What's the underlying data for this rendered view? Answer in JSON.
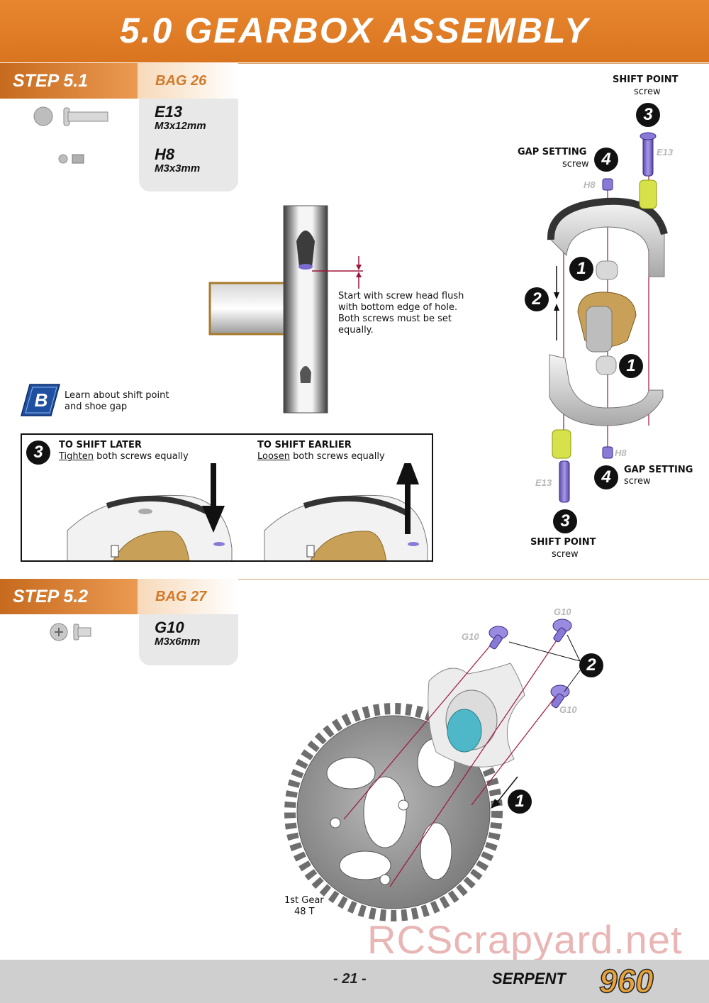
{
  "header": {
    "title": "5.0 GEARBOX ASSEMBLY"
  },
  "step1": {
    "step_label": "STEP 5.1",
    "bag_label": "BAG 26",
    "parts": [
      {
        "code": "E13",
        "size": "M3x12mm"
      },
      {
        "code": "H8",
        "size": "M3x3mm"
      }
    ],
    "note": "Start with screw head flush with bottom edge of hole. Both screws must be set equally.",
    "tip": "Learn about shift point and shoe gap",
    "tip_badge": "B",
    "shift_later": {
      "num": "3",
      "title": "TO SHIFT LATER",
      "verb": "Tighten",
      "rest": " both screws equally"
    },
    "shift_earlier": {
      "title": "TO SHIFT EARLIER",
      "verb": "Loosen",
      "rest": " both screws equally"
    },
    "diagram": {
      "shift_point_top": {
        "title": "SHIFT POINT",
        "sub": "screw",
        "num": "3",
        "code": "E13"
      },
      "gap_setting_top": {
        "title": "GAP SETTING",
        "sub": "screw",
        "num": "4",
        "code": "H8"
      },
      "num1a": "1",
      "num1b": "1",
      "num2": "2",
      "gap_setting_bottom": {
        "title": "GAP SETTING",
        "sub": "screw",
        "num": "4",
        "code": "H8"
      },
      "shift_point_bottom": {
        "title": "SHIFT POINT",
        "sub": "screw",
        "num": "3",
        "code": "E13"
      }
    }
  },
  "step2": {
    "step_label": "STEP 5.2",
    "bag_label": "BAG 27",
    "parts": [
      {
        "code": "G10",
        "size": "M3x6mm"
      }
    ],
    "screw_codes": [
      "G10",
      "G10",
      "G10"
    ],
    "num1": "1",
    "num2": "2",
    "gear_label_1": "1st Gear",
    "gear_label_2": "48 T"
  },
  "footer": {
    "page": "- 21 -",
    "brand": "SERPENT",
    "model": "960"
  },
  "watermark": "RCScrapyard.net"
}
